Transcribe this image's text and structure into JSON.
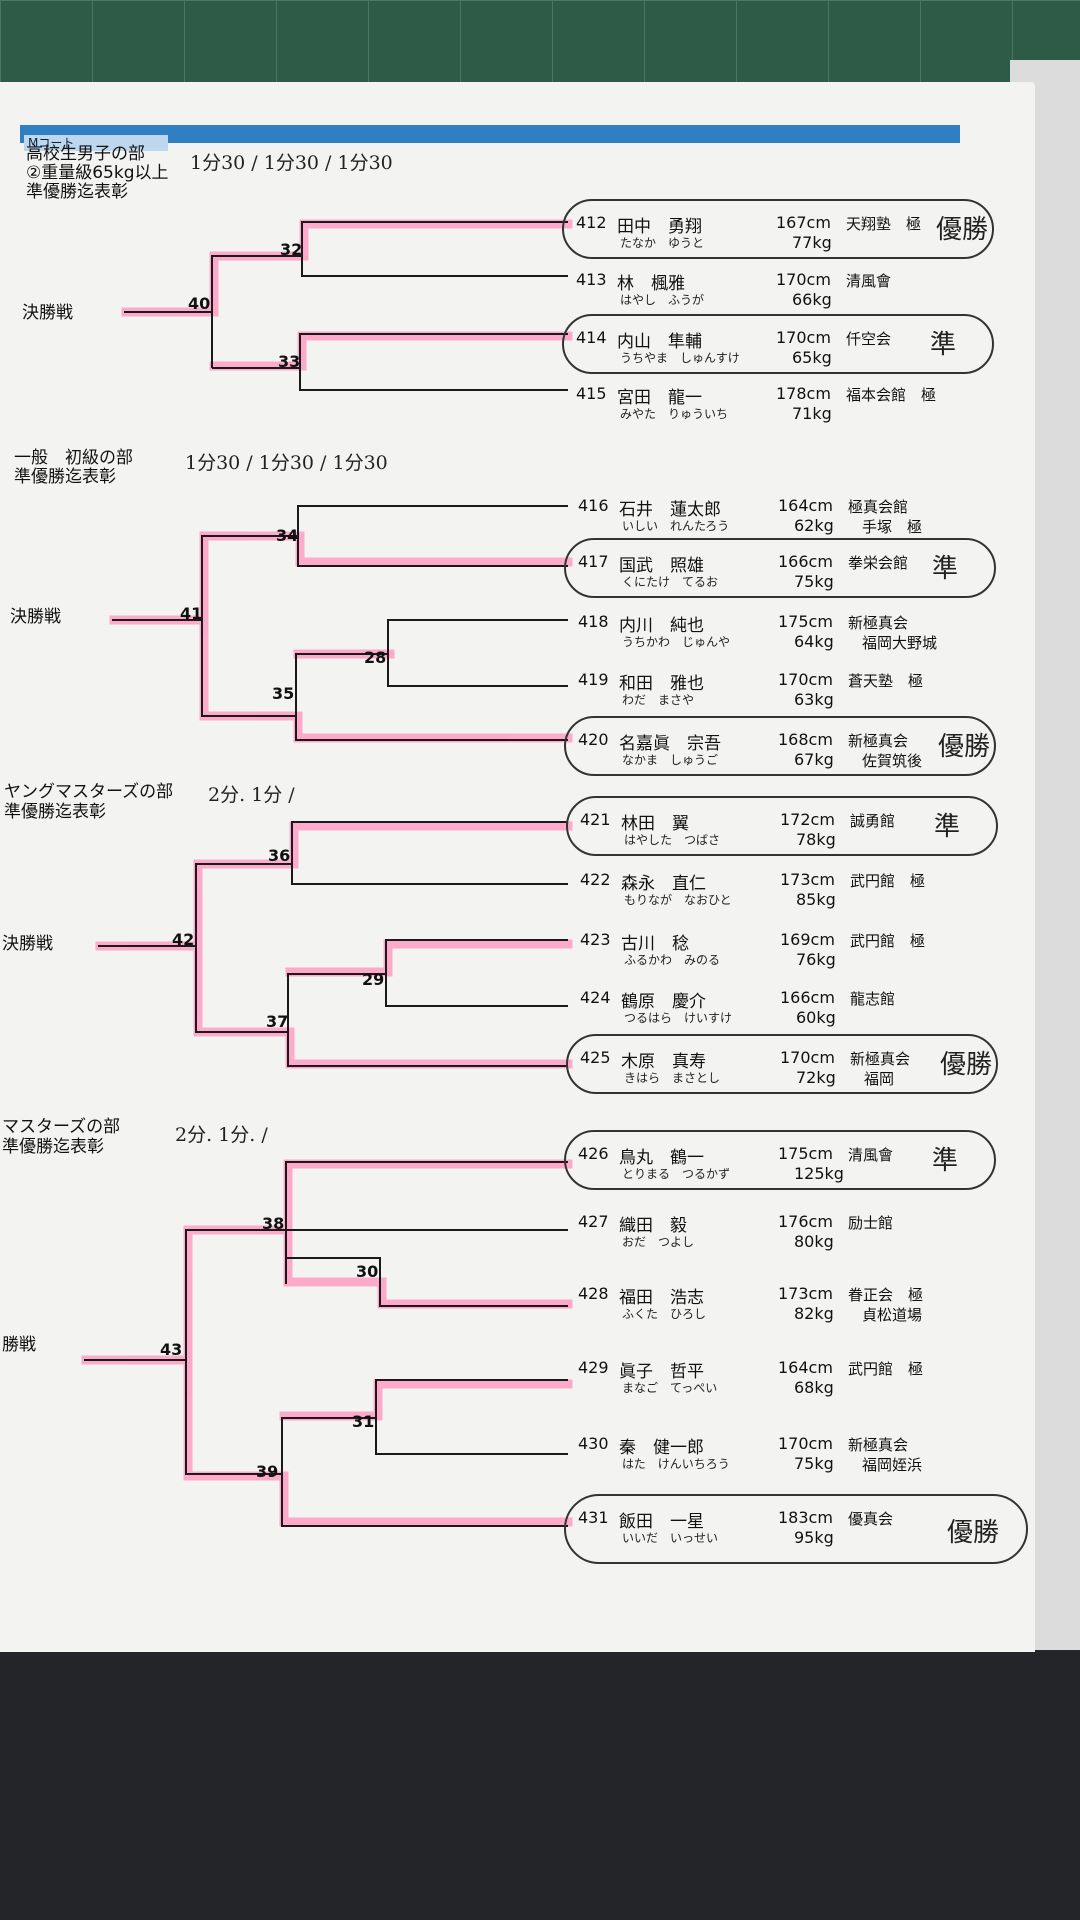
{
  "court": "Mコート",
  "finals_label": "決勝戦",
  "sections": [
    {
      "title_lines": [
        "高校生男子の部",
        "②重量級65kg以上",
        "準優勝迄表彰"
      ],
      "time_note": "1分30 / 1分30 / 1分30",
      "final_label": "決勝戦",
      "bouts": [
        "32",
        "33",
        "40"
      ],
      "entries": [
        {
          "num": "412",
          "name": "田中　勇翔",
          "kana": "たなか　ゆうと",
          "height": "167cm",
          "weight": "77kg",
          "dojo1": "天翔塾　極",
          "dojo2": "",
          "mark": "優勝"
        },
        {
          "num": "413",
          "name": "林　楓雅",
          "kana": "はやし　ふうが",
          "height": "170cm",
          "weight": "66kg",
          "dojo1": "清風會",
          "dojo2": "",
          "mark": ""
        },
        {
          "num": "414",
          "name": "内山　隼輔",
          "kana": "うちやま　しゅんすけ",
          "height": "170cm",
          "weight": "65kg",
          "dojo1": "仟空会",
          "dojo2": "",
          "mark": "準"
        },
        {
          "num": "415",
          "name": "宮田　龍一",
          "kana": "みやた　りゅういち",
          "height": "178cm",
          "weight": "71kg",
          "dojo1": "福本会館　極",
          "dojo2": "",
          "mark": ""
        }
      ]
    },
    {
      "title_lines": [
        "一般　初級の部",
        "準優勝迄表彰"
      ],
      "time_note": "1分30 / 1分30 / 1分30",
      "final_label": "決勝戦",
      "bouts": [
        "34",
        "28",
        "35",
        "41"
      ],
      "entries": [
        {
          "num": "416",
          "name": "石井　蓮太郎",
          "kana": "いしい　れんたろう",
          "height": "164cm",
          "weight": "62kg",
          "dojo1": "極真会館",
          "dojo2": "手塚　極",
          "mark": ""
        },
        {
          "num": "417",
          "name": "国武　照雄",
          "kana": "くにたけ　てるお",
          "height": "166cm",
          "weight": "75kg",
          "dojo1": "拳栄会館",
          "dojo2": "",
          "mark": "準"
        },
        {
          "num": "418",
          "name": "内川　純也",
          "kana": "うちかわ　じゅんや",
          "height": "175cm",
          "weight": "64kg",
          "dojo1": "新極真会",
          "dojo2": "福岡大野城",
          "mark": ""
        },
        {
          "num": "419",
          "name": "和田　雅也",
          "kana": "わだ　まさや",
          "height": "170cm",
          "weight": "63kg",
          "dojo1": "蒼天塾　極",
          "dojo2": "",
          "mark": ""
        },
        {
          "num": "420",
          "name": "名嘉眞　宗吾",
          "kana": "なかま　しゅうご",
          "height": "168cm",
          "weight": "67kg",
          "dojo1": "新極真会",
          "dojo2": "佐賀筑後",
          "mark": "優勝"
        }
      ]
    },
    {
      "title_lines": [
        "ヤングマスターズの部",
        "準優勝迄表彰"
      ],
      "time_note": "2分. 1分 /",
      "final_label": "決勝戦",
      "bouts": [
        "36",
        "29",
        "37",
        "42"
      ],
      "entries": [
        {
          "num": "421",
          "name": "林田　翼",
          "kana": "はやした　つばさ",
          "height": "172cm",
          "weight": "78kg",
          "dojo1": "誠勇館",
          "dojo2": "",
          "mark": "準"
        },
        {
          "num": "422",
          "name": "森永　直仁",
          "kana": "もりなが　なおひと",
          "height": "173cm",
          "weight": "85kg",
          "dojo1": "武円館　極",
          "dojo2": "",
          "mark": ""
        },
        {
          "num": "423",
          "name": "古川　稔",
          "kana": "ふるかわ　みのる",
          "height": "169cm",
          "weight": "76kg",
          "dojo1": "武円館　極",
          "dojo2": "",
          "mark": ""
        },
        {
          "num": "424",
          "name": "鶴原　慶介",
          "kana": "つるはら　けいすけ",
          "height": "166cm",
          "weight": "60kg",
          "dojo1": "龍志館",
          "dojo2": "",
          "mark": ""
        },
        {
          "num": "425",
          "name": "木原　真寿",
          "kana": "きはら　まさとし",
          "height": "170cm",
          "weight": "72kg",
          "dojo1": "新極真会",
          "dojo2": "福岡",
          "mark": "優勝"
        }
      ]
    },
    {
      "title_lines": [
        "マスターズの部",
        "準優勝迄表彰"
      ],
      "time_note": "2分. 1分. /",
      "final_label": "勝戦",
      "bouts": [
        "38",
        "30",
        "31",
        "39",
        "43"
      ],
      "entries": [
        {
          "num": "426",
          "name": "鳥丸　鶴一",
          "kana": "とりまる　つるかず",
          "height": "175cm",
          "weight": "125kg",
          "dojo1": "清風會",
          "dojo2": "",
          "mark": "準"
        },
        {
          "num": "427",
          "name": "織田　毅",
          "kana": "おだ　つよし",
          "height": "176cm",
          "weight": "80kg",
          "dojo1": "励士館",
          "dojo2": "",
          "mark": ""
        },
        {
          "num": "428",
          "name": "福田　浩志",
          "kana": "ふくた　ひろし",
          "height": "173cm",
          "weight": "82kg",
          "dojo1": "眷正会　極",
          "dojo2": "貞松道場",
          "mark": ""
        },
        {
          "num": "429",
          "name": "眞子　哲平",
          "kana": "まなご　てっぺい",
          "height": "164cm",
          "weight": "68kg",
          "dojo1": "武円館　極",
          "dojo2": "",
          "mark": ""
        },
        {
          "num": "430",
          "name": "秦　健一郎",
          "kana": "はた　けんいちろう",
          "height": "170cm",
          "weight": "75kg",
          "dojo1": "新極真会",
          "dojo2": "福岡姪浜",
          "mark": ""
        },
        {
          "num": "431",
          "name": "飯田　一星",
          "kana": "いいだ　いっせい",
          "height": "183cm",
          "weight": "95kg",
          "dojo1": "優真会",
          "dojo2": "",
          "mark": "優勝"
        }
      ]
    }
  ]
}
